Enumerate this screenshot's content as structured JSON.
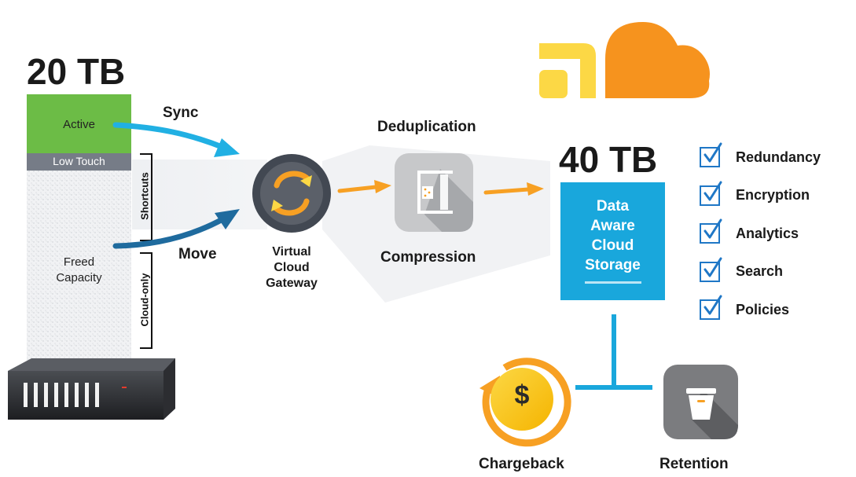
{
  "source": {
    "capacity": "20 TB",
    "tiers": {
      "active": "Active",
      "low_touch": "Low Touch",
      "freed": [
        "Freed",
        "Capacity"
      ]
    },
    "brackets": {
      "shortcuts": "Shortcuts",
      "cloud_only": "Cloud-only"
    }
  },
  "flows": {
    "sync": "Sync",
    "move": "Move"
  },
  "gateway": {
    "lines": [
      "Virtual",
      "Cloud",
      "Gateway"
    ]
  },
  "processing": {
    "top": "Deduplication",
    "bottom": "Compression"
  },
  "cloud_storage": {
    "capacity": "40 TB",
    "lines": [
      "Data",
      "Aware",
      "Cloud",
      "Storage"
    ]
  },
  "features": [
    "Redundancy",
    "Encryption",
    "Analytics",
    "Search",
    "Policies"
  ],
  "services": {
    "chargeback": "Chargeback",
    "retention": "Retention",
    "dollar": "$"
  },
  "colors": {
    "active": "#6cbc46",
    "low_touch": "#767c87",
    "sync_arrow": "#21b0e3",
    "move_arrow": "#1f6b9e",
    "orange": "#f7a023",
    "cloud_orange": "#f6931e",
    "yellow": "#fcd845",
    "storage_blue": "#19a7dc",
    "check_blue": "#1f77c6",
    "gateway_dark": "#424852"
  }
}
